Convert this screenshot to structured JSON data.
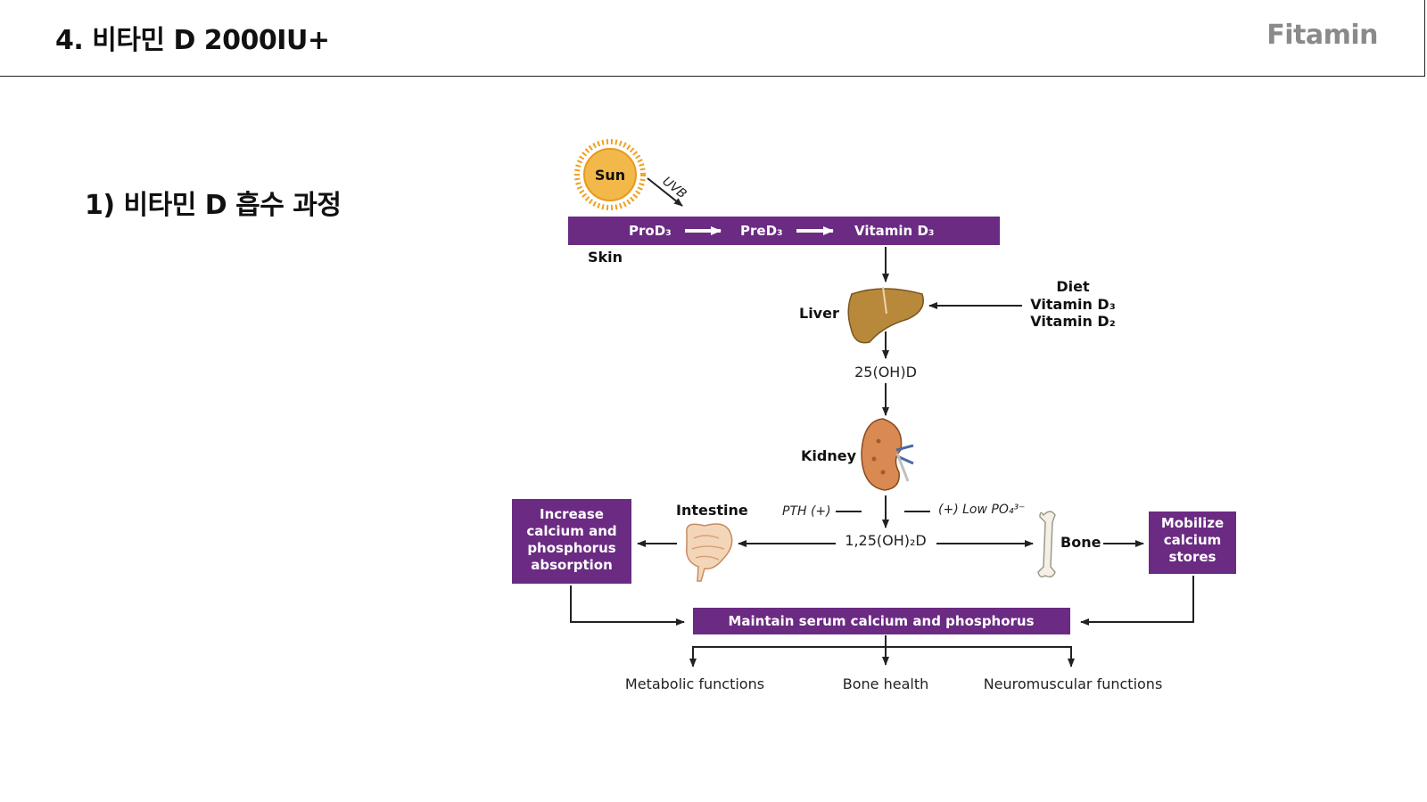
{
  "header": {
    "title": "4. 비타민 D 2000IU+",
    "brand": "Fitamin"
  },
  "section": {
    "title": "1) 비타민 D 흡수 과정"
  },
  "diagram": {
    "sun": "Sun",
    "uvb": "UVB",
    "skin_bar": {
      "prod3": "ProD₃",
      "pred3": "PreD₃",
      "vitd3": "Vitamin D₃"
    },
    "skin": "Skin",
    "liver": "Liver",
    "diet": {
      "title": "Diet",
      "line1": "Vitamin D₃",
      "line2": "Vitamin D₂"
    },
    "metabolite_25": "25(OH)D",
    "kidney": "Kidney",
    "pth": "PTH (+)",
    "low_po4": "(+) Low PO₄³⁻",
    "metabolite_125": "1,25(OH)₂D",
    "intestine": "Intestine",
    "bone": "Bone",
    "increase_box": [
      "Increase",
      "calcium and",
      "phosphorus",
      "absorption"
    ],
    "mobilize_box": [
      "Mobilize",
      "calcium",
      "stores"
    ],
    "maintain": "Maintain serum calcium and phosphorus",
    "outcomes": {
      "metabolic": "Metabolic functions",
      "bone_health": "Bone health",
      "neuromuscular": "Neuromuscular functions"
    },
    "colors": {
      "purple": "#6b2b82",
      "sun_fill": "#f2b84a",
      "sun_rays": "#f0a020",
      "liver": "#b8893a",
      "kidney": "#d98a52"
    }
  }
}
